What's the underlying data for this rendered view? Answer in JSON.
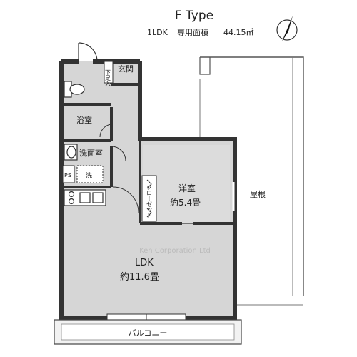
{
  "header": {
    "type_title": "F Type",
    "layout": "1LDK",
    "area_label": "専用面積",
    "area_value": "44.15㎡"
  },
  "rooms": {
    "entrance": "玄関",
    "shoe_box": "下足入",
    "bath": "浴室",
    "washroom": "洗面室",
    "ps": "PS",
    "washer": "洗",
    "western_room": "洋室",
    "western_size": "約5.4畳",
    "closet": "クローゼット",
    "roof": "屋根",
    "ldk": "LDK",
    "ldk_size": "約11.6畳",
    "balcony": "バルコニー"
  },
  "watermark": "Ken Corporation Ltd"
}
